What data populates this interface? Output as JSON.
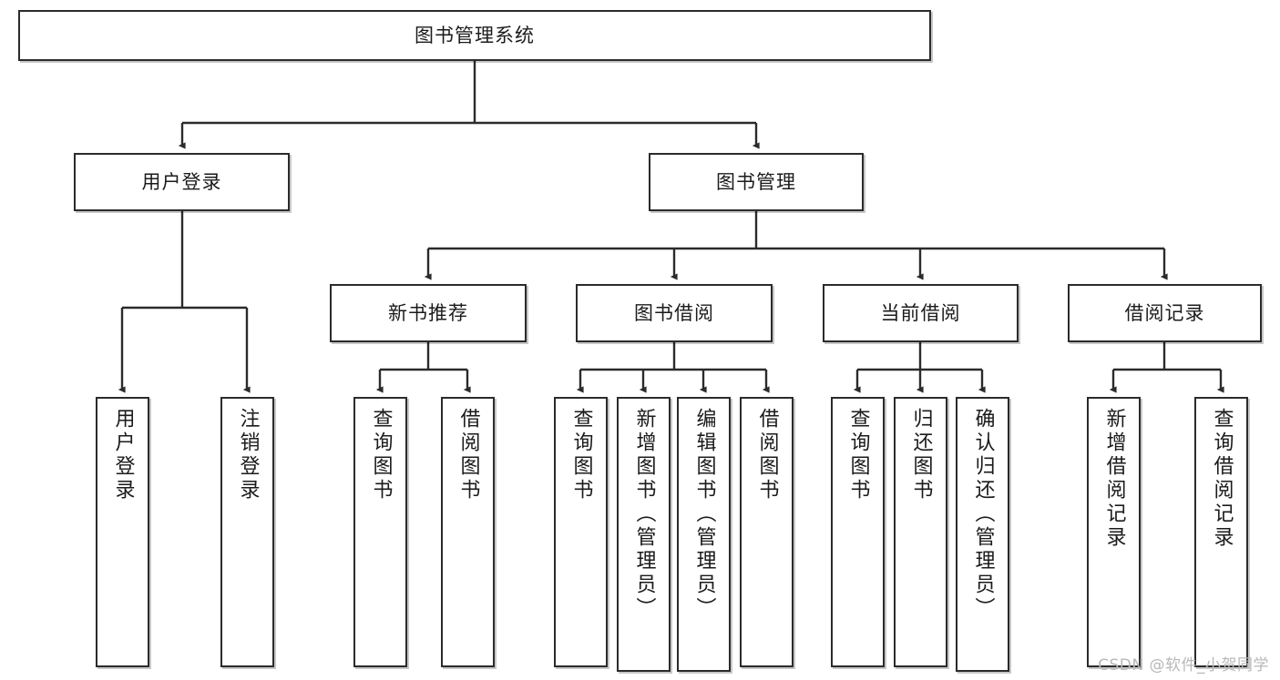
{
  "diagram": {
    "title": "图书管理系统",
    "type": "tree",
    "watermark": "CSDN @软件_小贺同学",
    "colors": {
      "box_border": "#2b2b2b",
      "box_fill": "#ffffff",
      "edge": "#2b2b2b",
      "watermark": "#b8b8b8",
      "background": "#ffffff"
    },
    "nodes": {
      "root": {
        "label": "图书管理系统"
      },
      "level1": [
        {
          "id": "user-login",
          "label": "用户登录"
        },
        {
          "id": "book-management",
          "label": "图书管理"
        }
      ],
      "level2": [
        {
          "id": "new-book-recommend",
          "label": "新书推荐"
        },
        {
          "id": "book-borrow",
          "label": "图书借阅"
        },
        {
          "id": "current-borrow",
          "label": "当前借阅"
        },
        {
          "id": "borrow-record",
          "label": "借阅记录"
        }
      ],
      "leaves": [
        {
          "id": "leaf-user-login",
          "label": "用户登录",
          "parent": "user-login"
        },
        {
          "id": "leaf-logout",
          "label": "注销登录",
          "parent": "user-login"
        },
        {
          "id": "leaf-query-book-1",
          "label": "查询图书",
          "parent": "new-book-recommend"
        },
        {
          "id": "leaf-borrow-book-1",
          "label": "借阅图书",
          "parent": "new-book-recommend"
        },
        {
          "id": "leaf-query-book-2",
          "label": "查询图书",
          "parent": "book-borrow"
        },
        {
          "id": "leaf-add-book",
          "label": "新增图书（管理员）",
          "parent": "book-borrow"
        },
        {
          "id": "leaf-edit-book",
          "label": "编辑图书（管理员）",
          "parent": "book-borrow"
        },
        {
          "id": "leaf-borrow-book-2",
          "label": "借阅图书",
          "parent": "book-borrow"
        },
        {
          "id": "leaf-query-book-3",
          "label": "查询图书",
          "parent": "current-borrow"
        },
        {
          "id": "leaf-return-book",
          "label": "归还图书",
          "parent": "current-borrow"
        },
        {
          "id": "leaf-confirm-return",
          "label": "确认归还（管理员）",
          "parent": "current-borrow"
        },
        {
          "id": "leaf-add-record",
          "label": "新增借阅记录",
          "parent": "borrow-record"
        },
        {
          "id": "leaf-query-record",
          "label": "查询借阅记录",
          "parent": "borrow-record"
        }
      ]
    }
  }
}
